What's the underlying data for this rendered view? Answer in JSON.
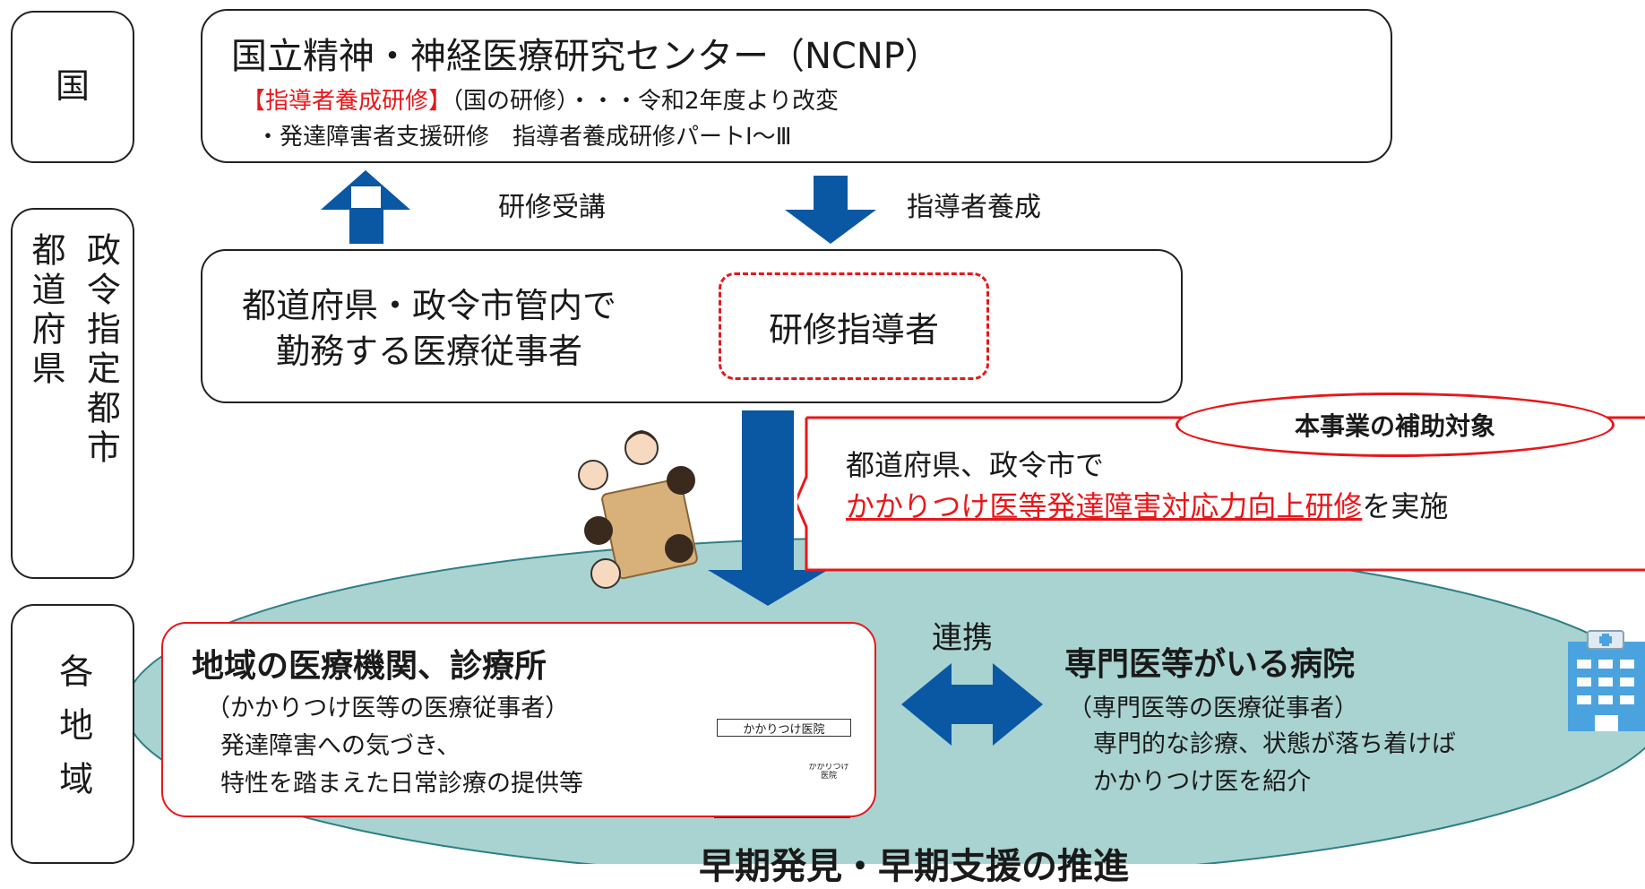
{
  "levels": {
    "national": "国",
    "prefecture_col1": "都道府県",
    "prefecture_col2": "政令指定都市",
    "regional": "各地域"
  },
  "ncnp": {
    "title": "国立精神・神経医療研究センター（NCNP）",
    "program_tag": "【指導者養成研修】",
    "program_note": "（国の研修）・・・令和2年度より改変",
    "program_detail": "・発達障害者支援研修　指導者養成研修パートⅠ～Ⅲ"
  },
  "arrows": {
    "up_label": "研修受講",
    "down_label": "指導者養成"
  },
  "prefecture_box": {
    "line1": "都道府県・政令市管内で",
    "line2": "勤務する医療従事者",
    "instructor": "研修指導者"
  },
  "subsidy": {
    "badge": "本事業の補助対象",
    "line1": "都道府県、政令市で",
    "link_text": "かかりつけ医等発達障害対応力向上研修",
    "line2_suffix": "を実施"
  },
  "local_clinic": {
    "title": "地域の医療機関、診療所",
    "subtitle": "（かかりつけ医等の医療従事者）",
    "line1": "発達障害への気づき、",
    "line2": "特性を踏まえた日常診療の提供等",
    "sign": "かかりつけ医院",
    "door_sign": "かかりつけ医院"
  },
  "collaboration": "連携",
  "specialist": {
    "title": "専門医等がいる病院",
    "subtitle": "（専門医等の医療従事者）",
    "line1": "専門的な診療、状態が落ち着けば",
    "line2": "かかりつけ医を紹介"
  },
  "footer": "早期発見・早期支援の推進",
  "colors": {
    "arrow_blue": "#0a57a4",
    "accent_red": "#e8171a",
    "region_fill": "#a9d3d1"
  }
}
